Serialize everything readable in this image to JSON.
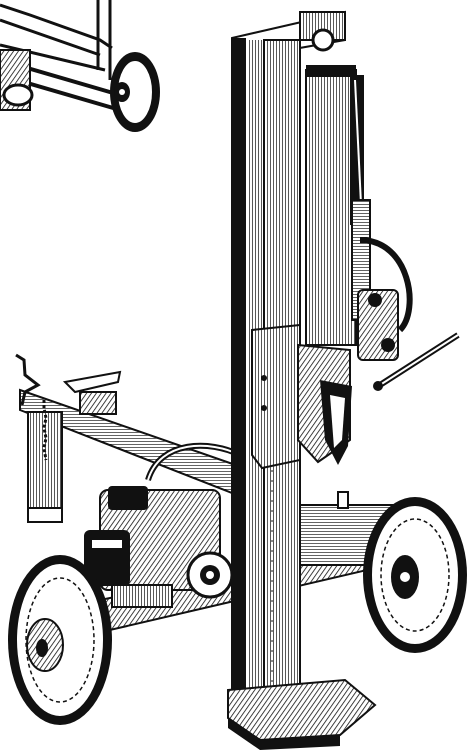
{
  "illustration": {
    "subject": "log-splitter",
    "style": "black ink line drawing",
    "colors": {
      "ink": "#111111",
      "paper": "#ffffff"
    },
    "parts": [
      "beam-column",
      "foot-plate",
      "hydraulic-cylinder",
      "splitting-wedge",
      "control-valve-lever",
      "engine",
      "pump",
      "hydraulic-hose",
      "axle-frame",
      "left-wheel",
      "right-wheel",
      "tow-tongue",
      "tongue-jack",
      "safety-chain",
      "inset-wheel-detail"
    ]
  }
}
